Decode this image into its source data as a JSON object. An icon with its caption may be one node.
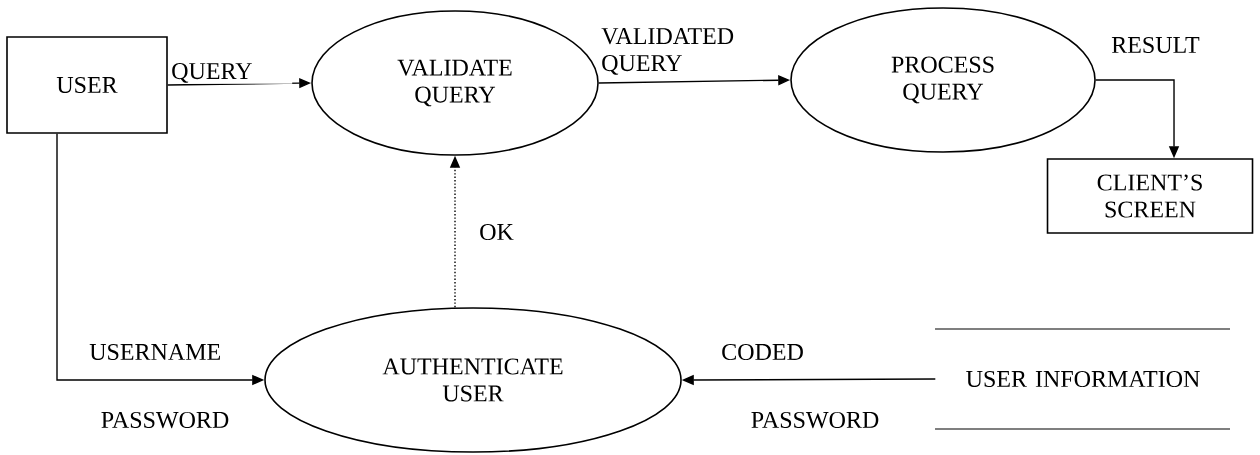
{
  "diagram": {
    "nodes": [
      {
        "text": [
          "USER"
        ]
      },
      {
        "text": [
          "VALIDATE QUERY"
        ]
      },
      {
        "text": [
          "PROCESS QUERY"
        ]
      },
      {
        "text": [
          "CLIENT’S SCREEN"
        ]
      },
      {
        "text": [
          "AUTHENTICATE USER"
        ]
      },
      {
        "text": [
          "USER INFORMATION"
        ]
      }
    ],
    "edges": [
      {
        "from": 0,
        "to": 1,
        "arrow": "to",
        "label": "QUERY"
      },
      {
        "from": 1,
        "to": 2,
        "arrow": "to",
        "label": "VALIDATED QUERY"
      },
      {
        "from": 2,
        "to": 3,
        "arrow": "to",
        "label": "RESULT"
      },
      {
        "from": 0,
        "to": 4,
        "arrow": "to",
        "label": "USERNAME"
      },
      {
        "from": 4,
        "to": 1,
        "arrow": "to",
        "label": "OK",
        "style": "dashed"
      },
      {
        "from": 5,
        "to": 4,
        "arrow": "to",
        "label": "CODED"
      }
    ],
    "labels": [
      "PASSWORD",
      "PASSWORD"
    ]
  }
}
